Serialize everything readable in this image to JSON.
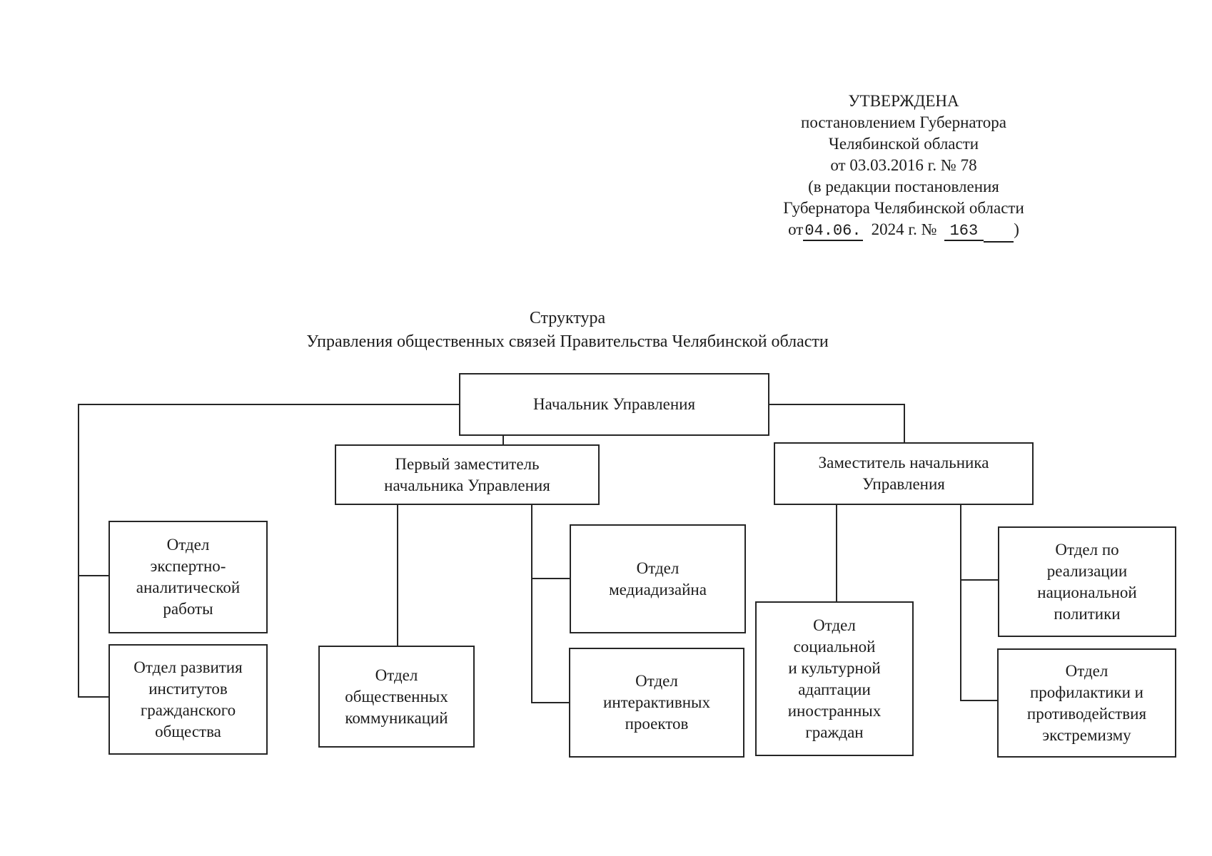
{
  "approval": {
    "lines": [
      "УТВЕРЖДЕНА",
      "постановлением Губернатора",
      "Челябинской области",
      "от 03.03.2016 г. № 78",
      "(в редакции постановления",
      "Губернатора Челябинской области"
    ],
    "amendment": {
      "prefix": "от",
      "date": "04.06.",
      "middle": "2024 г. №",
      "number": "163",
      "suffix": ")"
    }
  },
  "title": {
    "line1": "Структура",
    "line2": "Управления общественных связей Правительства Челябинской области"
  },
  "org": {
    "nodes": [
      {
        "id": "head",
        "label": "Начальник Управления"
      },
      {
        "id": "first-deputy",
        "label": "Первый заместитель\nначальника Управления"
      },
      {
        "id": "deputy",
        "label": "Заместитель начальника\nУправления"
      },
      {
        "id": "expert",
        "label": "Отдел\nэкспертно-\nаналитической\nработы"
      },
      {
        "id": "civil",
        "label": "Отдел развития\nинститутов\nгражданского\nобщества"
      },
      {
        "id": "communications",
        "label": "Отдел\nобщественных\nкоммуникаций"
      },
      {
        "id": "media-design",
        "label": "Отдел\nмедиадизайна"
      },
      {
        "id": "interactive",
        "label": "Отдел\nинтерактивных\nпроектов"
      },
      {
        "id": "social",
        "label": "Отдел\nсоциальной\nи культурной\nадаптации\nиностранных\nграждан"
      },
      {
        "id": "national",
        "label": "Отдел по\nреализации\nнациональной\nполитики"
      },
      {
        "id": "extremism",
        "label": "Отдел\nпрофилактики и\nпротиводействия\nэкстремизму"
      }
    ]
  }
}
